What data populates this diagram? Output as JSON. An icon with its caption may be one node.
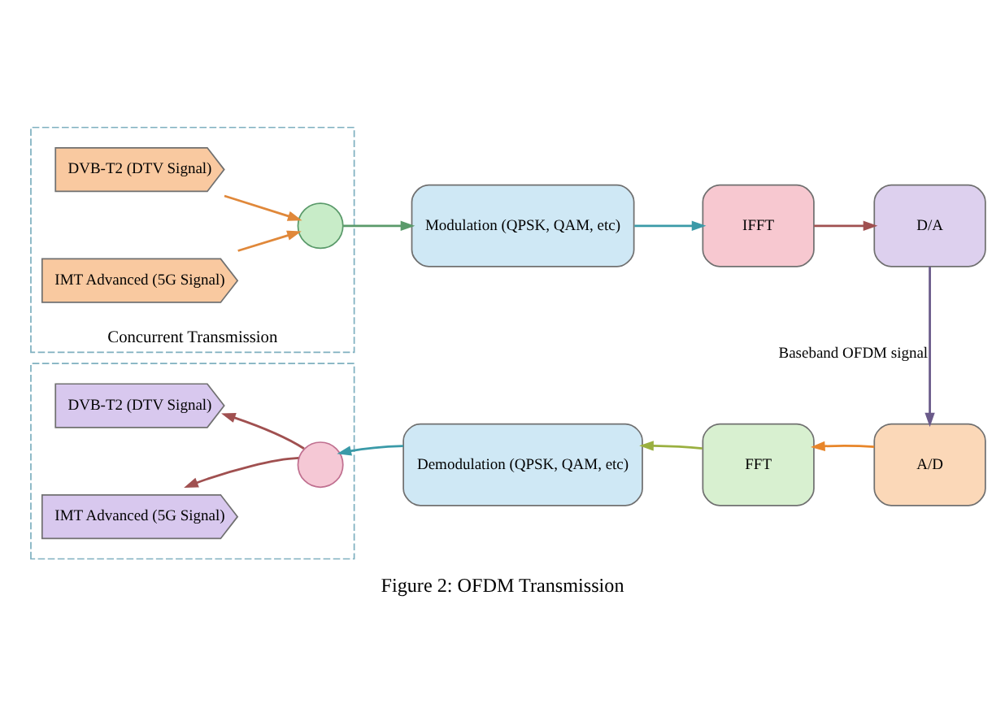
{
  "diagram": {
    "caption": "Figure 2: OFDM Transmission",
    "nodes": [
      {
        "text": [
          "Concurrent Transmission"
        ]
      },
      {
        "text": [
          "DVB-T2 (DTV Signal)"
        ],
        "in": 0
      },
      {
        "text": [
          "IMT Advanced (5G Signal)"
        ],
        "in": 0
      },
      {
        "text": [],
        "shape": "circle",
        "in": 0
      },
      {
        "text": [
          "Modulation (QPSK, QAM, etc)"
        ]
      },
      {
        "text": [
          "IFFT"
        ]
      },
      {
        "text": [
          "D/A"
        ]
      },
      {
        "text": [
          "A/D"
        ]
      },
      {
        "text": [
          "FFT"
        ]
      },
      {
        "text": [
          "Demodulation (QPSK, QAM, etc)"
        ]
      },
      {
        "text": [],
        "shape": "box"
      },
      {
        "text": [],
        "shape": "circle",
        "in": 10
      },
      {
        "text": [
          "DVB-T2 (DTV Signal)"
        ],
        "in": 10
      },
      {
        "text": [
          "IMT Advanced (5G Signal)"
        ],
        "in": 10
      }
    ],
    "edges": [
      {
        "from": 1,
        "to": 3,
        "arrow": "to",
        "color": "#e0883a"
      },
      {
        "from": 2,
        "to": 3,
        "arrow": "to",
        "color": "#e0883a"
      },
      {
        "from": 3,
        "to": 4,
        "arrow": "to",
        "color": "#5a9a6a"
      },
      {
        "from": 4,
        "to": 5,
        "arrow": "to",
        "color": "#3a9aa8"
      },
      {
        "from": 5,
        "to": 6,
        "arrow": "to",
        "color": "#a05050"
      },
      {
        "from": 6,
        "to": 7,
        "arrow": "to",
        "color": "#6a5a8a",
        "label": "Baseband OFDM signal"
      },
      {
        "from": 7,
        "to": 8,
        "arrow": "to",
        "color": "#e8862a"
      },
      {
        "from": 8,
        "to": 9,
        "arrow": "to",
        "color": "#9ab040"
      },
      {
        "from": 9,
        "to": 11,
        "arrow": "to",
        "color": "#3a9aa8"
      },
      {
        "from": 11,
        "to": 12,
        "arrow": "to",
        "color": "#a05050"
      },
      {
        "from": 11,
        "to": 13,
        "arrow": "to",
        "color": "#a05050"
      }
    ]
  }
}
